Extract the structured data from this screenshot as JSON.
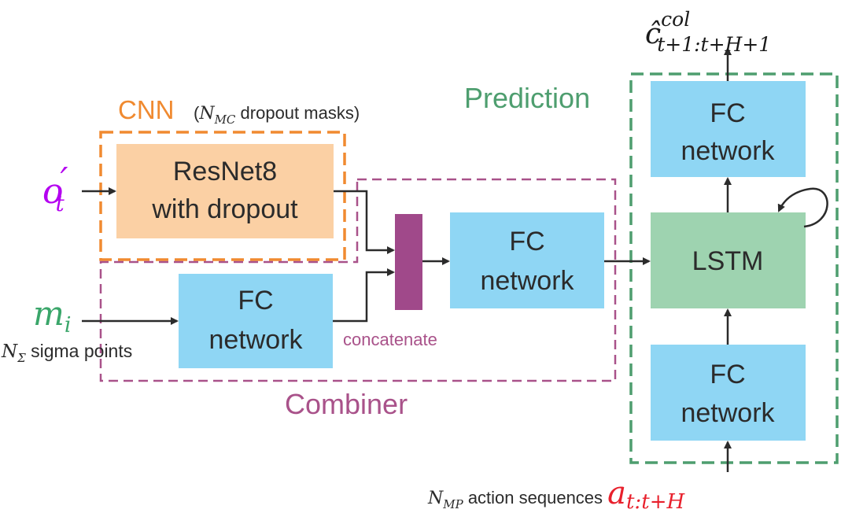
{
  "colors": {
    "cnn": "#f08a30",
    "cnn_fill": "#fbd0a4",
    "combiner": "#a9528a",
    "prediction": "#4e9e6f",
    "fc_fill": "#8fd6f4",
    "lstm_fill": "#9ed3b0",
    "concat_bar": "#a0498a",
    "arrow": "#2b2b2b",
    "obs_input": "#b400f0",
    "mi_input": "#3aa66a",
    "action_input": "#e8202c"
  },
  "cnn": {
    "title": "CNN",
    "subtitle_open": "(",
    "subtitle_math": "N",
    "subtitle_sub": "MC",
    "subtitle_rest": " dropout masks)",
    "block_line1": "ResNet8",
    "block_line2": "with dropout"
  },
  "combiner": {
    "title": "Combiner",
    "fc_line1": "FC",
    "fc_line2": "network",
    "concat_label": "concatenate",
    "fc_out_line1": "FC",
    "fc_out_line2": "network"
  },
  "prediction": {
    "title": "Prediction",
    "fc_top_line1": "FC",
    "fc_top_line2": "network",
    "lstm": "LSTM",
    "fc_bottom_line1": "FC",
    "fc_bottom_line2": "network"
  },
  "inputs": {
    "obs_base": "o",
    "obs_prime": "′",
    "obs_sub": "t",
    "mi_base": "m",
    "mi_sub": "i",
    "sigma_math": "N",
    "sigma_sub": "Σ",
    "sigma_text": " sigma points",
    "action_prefix_math": "N",
    "action_prefix_sub": "MP",
    "action_prefix_text": " action sequences ",
    "action_base": "a",
    "action_sub": "t:t+H"
  },
  "output": {
    "base": "ĉ",
    "sup": "col",
    "sub": "t+1:t+H+1"
  }
}
